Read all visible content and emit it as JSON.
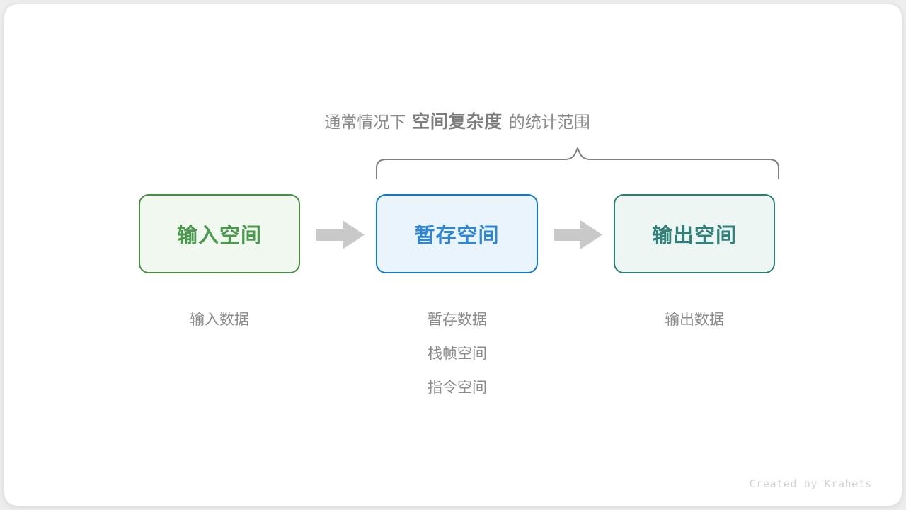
{
  "diagram": {
    "title_caption": {
      "lead": "通常情况下",
      "emphasis": "空间复杂度",
      "trail": "的统计范围"
    },
    "brace": {
      "name": "upward-curly-brace",
      "color": "#808080",
      "spans_boxes": [
        "暂存空间",
        "输出空间"
      ]
    },
    "boxes": [
      {
        "label": "输入空间",
        "fill": "#f1f8f0",
        "border": "#4a8c46",
        "text_color": "#4a9a4c"
      },
      {
        "label": "暂存空间",
        "fill": "#e9f4fd",
        "border": "#1278c8",
        "text_color": "#2f86d4"
      },
      {
        "label": "输出空间",
        "fill": "#eef6f4",
        "border": "#2b7f77",
        "text_color": "#2f8179"
      }
    ],
    "arrows": [
      {
        "name": "arrow-input-to-temp",
        "color": "#c9c9c9"
      },
      {
        "name": "arrow-temp-to-output",
        "color": "#c9c9c9"
      }
    ],
    "captions": [
      {
        "lines": [
          "输入数据"
        ]
      },
      {
        "lines": [
          "暂存数据",
          "栈帧空间",
          "指令空间"
        ]
      },
      {
        "lines": [
          "输出数据"
        ]
      }
    ],
    "credit": "Created by Krahets",
    "colors": {
      "page_background": "#eeeeee",
      "canvas": "#ffffff",
      "muted_text": "#8b8b8b",
      "credit_text": "#d3d3d3"
    }
  }
}
